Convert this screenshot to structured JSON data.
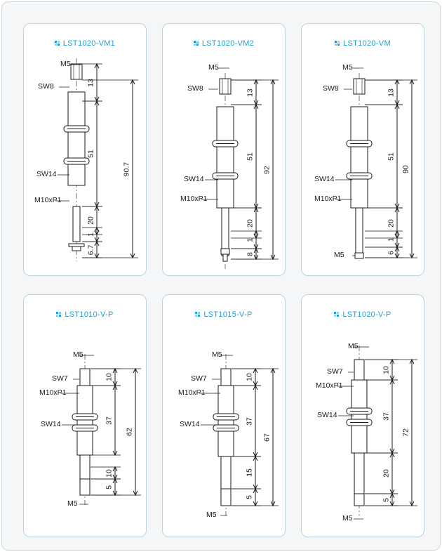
{
  "colors": {
    "accent": "#1e9fcf",
    "card_border": "#b9d4dc",
    "frame_bg": "#f4f6f7",
    "line": "#1a1a1a"
  },
  "cards": [
    {
      "title": "LST1020-VM1",
      "labels": {
        "top_thread": "M5",
        "top_wrench": "SW8",
        "nut_wrench": "SW14",
        "body_thread": "M10xP1"
      },
      "dims": {
        "top": "13",
        "body": "51",
        "lower": "20",
        "small": "1",
        "tip": "6.7",
        "total": "90.7"
      }
    },
    {
      "title": "LST1020-VM2",
      "labels": {
        "top_thread": "M5",
        "top_wrench": "SW8",
        "nut_wrench": "SW14",
        "body_thread": "M10xP1"
      },
      "dims": {
        "top": "13",
        "body": "51",
        "lower": "20",
        "small": "1",
        "tip": "8",
        "total": "92"
      }
    },
    {
      "title": "LST1020-VM",
      "labels": {
        "top_thread": "M5",
        "top_wrench": "SW8",
        "nut_wrench": "SW14",
        "body_thread": "M10xP1",
        "bottom_thread": "M5"
      },
      "dims": {
        "top": "13",
        "body": "51",
        "lower": "20",
        "small": "1",
        "tip": "6",
        "total": "90"
      }
    },
    {
      "title": "LST1010-V-P",
      "labels": {
        "top_thread": "M5",
        "top_wrench": "SW7",
        "body_thread": "M10xP1",
        "nut_wrench": "SW14",
        "bottom_thread": "M5"
      },
      "dims": {
        "top": "10",
        "body": "37",
        "lower": "10",
        "tip": "5",
        "total": "62"
      }
    },
    {
      "title": "LST1015-V-P",
      "labels": {
        "top_thread": "M5",
        "top_wrench": "SW7",
        "body_thread": "M10xP1",
        "nut_wrench": "SW14",
        "bottom_thread": "M5"
      },
      "dims": {
        "top": "10",
        "body": "37",
        "lower": "15",
        "tip": "5",
        "total": "67"
      }
    },
    {
      "title": "LST1020-V-P",
      "labels": {
        "top_thread": "M5",
        "top_wrench": "SW7",
        "body_thread": "M10xP1",
        "nut_wrench": "SW14",
        "bottom_thread": "M5"
      },
      "dims": {
        "top": "10",
        "body": "37",
        "lower": "20",
        "tip": "5",
        "total": "72"
      }
    }
  ]
}
